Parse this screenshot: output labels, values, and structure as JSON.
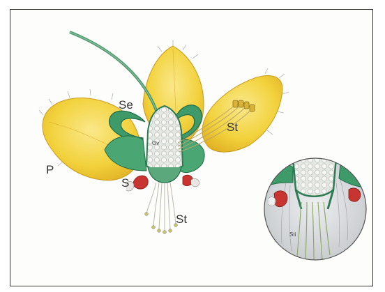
{
  "labels": {
    "sepal": "Se",
    "stamen_upper": "St",
    "petal": "P",
    "stigma": "S",
    "stamen_lower": "St",
    "ovary": "Ov",
    "inset_style": "Sti"
  },
  "colors": {
    "petal_yellow": "#f2d23c",
    "petal_shade": "#e0b021",
    "sepal_green": "#3f9a6a",
    "sepal_dark": "#1f6b47",
    "stigma_red": "#c8342f",
    "inset_bg": "#d7d9dc",
    "frame": "#333333"
  }
}
